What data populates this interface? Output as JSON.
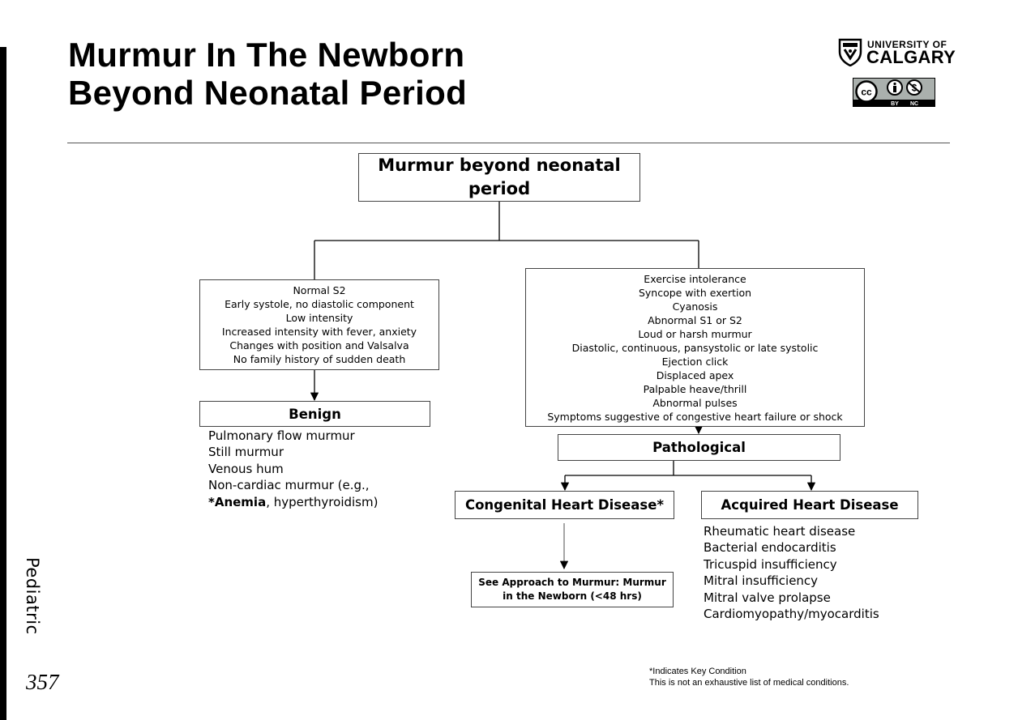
{
  "header": {
    "title_line1": "Murmur In The Newborn",
    "title_line2": "Beyond Neonatal Period",
    "logo_text_line1": "UNIVERSITY OF",
    "logo_text_line2": "CALGARY",
    "license_icon": "cc-by-nc-icon",
    "license_labels": [
      "BY",
      "NC"
    ]
  },
  "flowchart": {
    "root": "Murmur beyond neonatal period",
    "benign_criteria": [
      "Normal S2",
      "Early systole, no diastolic component",
      "Low intensity",
      "Increased intensity with fever, anxiety",
      "Changes with position and Valsalva",
      "No family history of sudden death"
    ],
    "pathological_criteria": [
      "Exercise intolerance",
      "Syncope with exertion",
      "Cyanosis",
      "Abnormal S1 or S2",
      "Loud or harsh murmur",
      "Diastolic, continuous, pansystolic or late systolic",
      "Ejection click",
      "Displaced apex",
      "Palpable heave/thrill",
      "Abnormal pulses",
      "Symptoms suggestive of congestive heart failure or shock"
    ],
    "benign": {
      "label": "Benign",
      "items": [
        "Pulmonary flow murmur",
        "Still murmur",
        "Venous hum",
        "Non-cardiac murmur (e.g.,"
      ],
      "last_item_bold": "*Anemia",
      "last_item_rest": ", hyperthyroidism)"
    },
    "pathological": {
      "label": "Pathological"
    },
    "congenital": {
      "label": "Congenital Heart Disease*",
      "see_line1": "See Approach to Murmur: Murmur",
      "see_line2": "in the Newborn (<48 hrs)"
    },
    "acquired": {
      "label": "Acquired Heart Disease",
      "items": [
        "Rheumatic heart disease",
        "Bacterial endocarditis",
        "Tricuspid insufficiency",
        "Mitral insufficiency",
        "Mitral valve prolapse",
        "Cardiomyopathy/myocarditis"
      ]
    }
  },
  "footer": {
    "side_label": "Pediatric",
    "page_number": "357",
    "footnote_line1": "*Indicates Key Condition",
    "footnote_line2": "This is not an exhaustive list of medical conditions."
  },
  "colors": {
    "text": "#000000",
    "border": "#444444",
    "rule": "#555555"
  }
}
